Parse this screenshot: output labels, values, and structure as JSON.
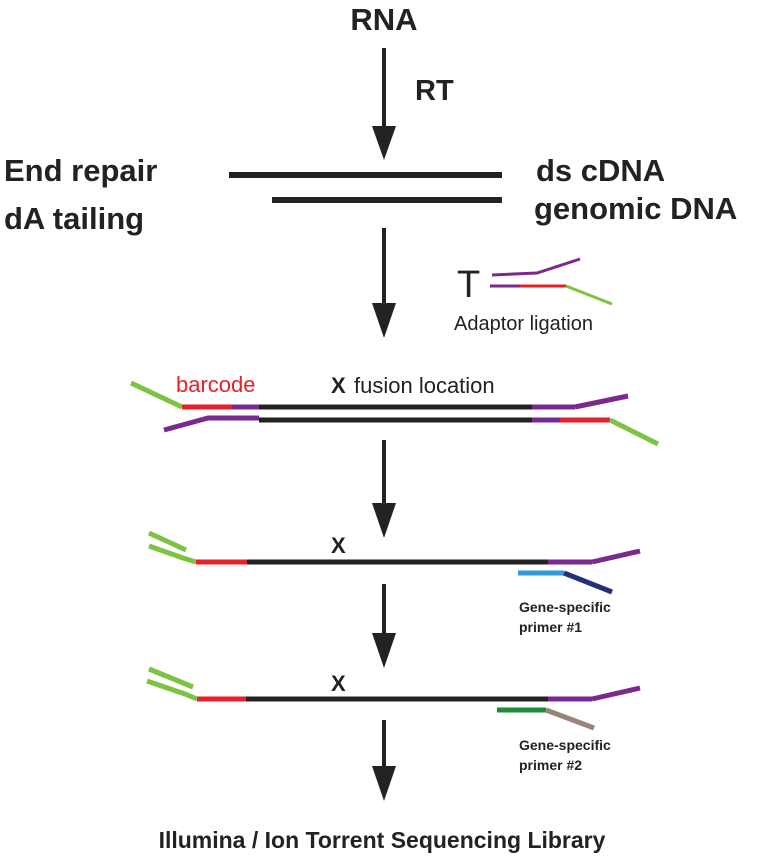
{
  "labels": {
    "rna": "RNA",
    "rt": "RT",
    "end_repair": "End repair",
    "da_tailing": "dA tailing",
    "ds_cdna": "ds cDNA",
    "genomic_dna": "genomic DNA",
    "t_overhang": "T",
    "adaptor_ligation": "Adaptor ligation",
    "barcode": "barcode",
    "fusion_marker": "X",
    "fusion_location": "fusion location",
    "marker_step3": "X",
    "marker_step4": "X",
    "gsp1_line1": "Gene-specific",
    "gsp1_line2": "primer #1",
    "gsp2_line1": "Gene-specific",
    "gsp2_line2": "primer #2",
    "final_library": "Illumina / Ion Torrent Sequencing Library"
  },
  "colors": {
    "dna": "#222222",
    "adaptor": "#7a2a8e",
    "barcode": "#e8202a",
    "adaptor_end": "#7dc242",
    "primer1": "#2e9bd6",
    "primer1_tail": "#26307a",
    "primer2": "#1e8a3a",
    "primer2_tail": "#9a8378"
  }
}
